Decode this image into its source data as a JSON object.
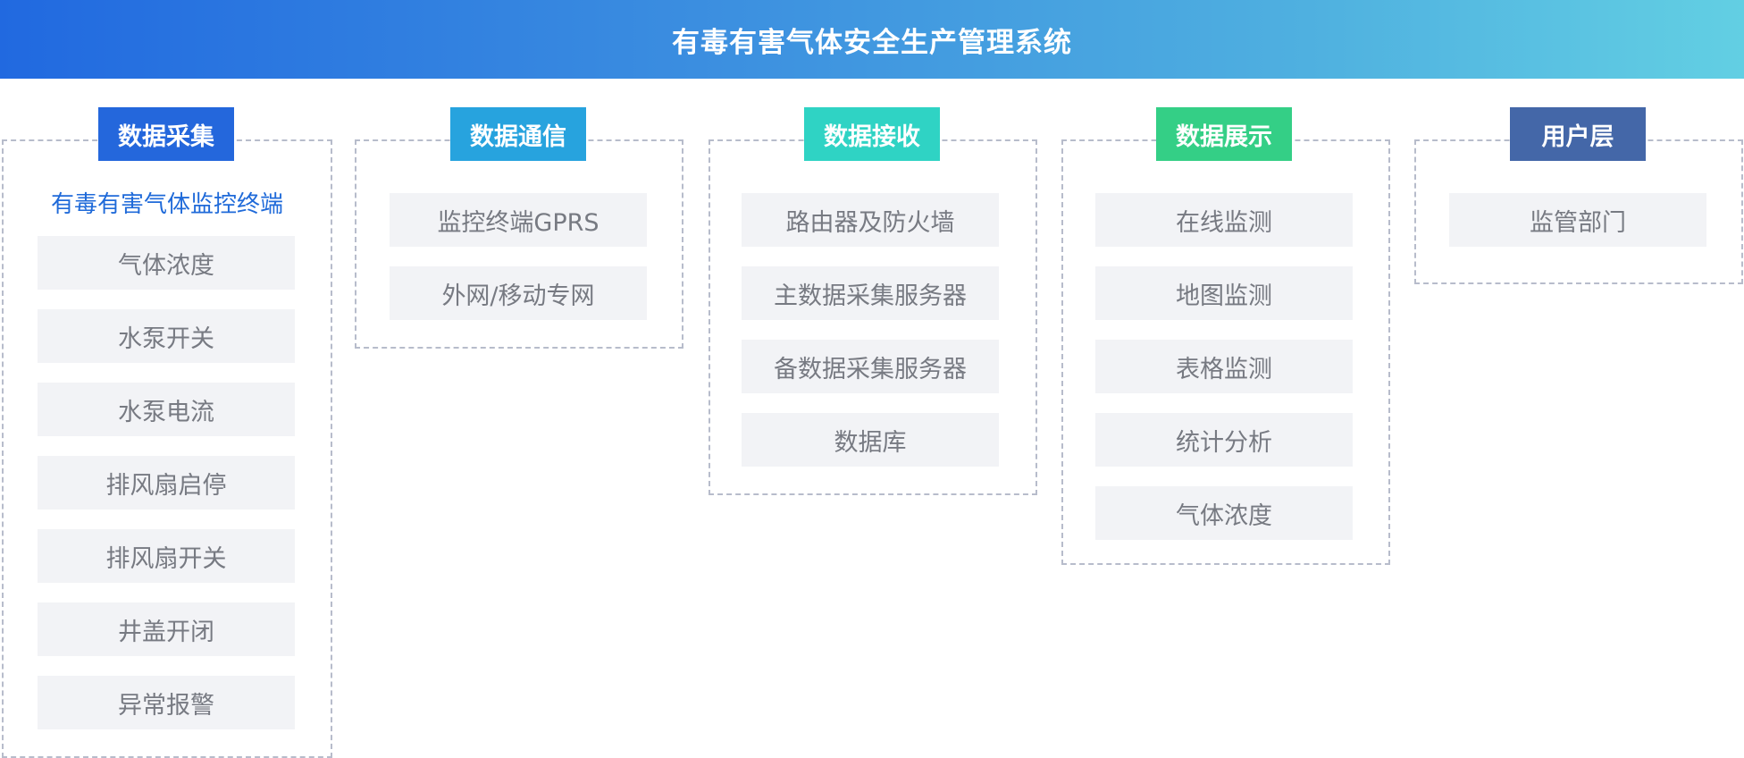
{
  "header": {
    "title": "有毒有害气体安全生产管理系统"
  },
  "colors": {
    "tag_collection": "#2467dc",
    "tag_communication": "#27a3de",
    "tag_receive": "#2fd3c4",
    "tag_display": "#34cf86",
    "tag_user": "#4467a8",
    "dashed_border": "#b7bccb",
    "item_bg": "#f2f3f6",
    "item_text": "#777a82",
    "subtitle": "#1f6ad9"
  },
  "columns": [
    {
      "tag": "数据采集",
      "subtitle": "有毒有害气体监控终端",
      "items": [
        "气体浓度",
        "水泵开关",
        "水泵电流",
        "排风扇启停",
        "排风扇开关",
        "井盖开闭",
        "异常报警"
      ]
    },
    {
      "tag": "数据通信",
      "items": [
        "监控终端GPRS",
        "外网/移动专网"
      ]
    },
    {
      "tag": "数据接收",
      "items": [
        "路由器及防火墙",
        "主数据采集服务器",
        "备数据采集服务器",
        "数据库"
      ]
    },
    {
      "tag": "数据展示",
      "items": [
        "在线监测",
        "地图监测",
        "表格监测",
        "统计分析",
        "气体浓度"
      ]
    },
    {
      "tag": "用户层",
      "items": [
        "监管部门"
      ]
    }
  ]
}
